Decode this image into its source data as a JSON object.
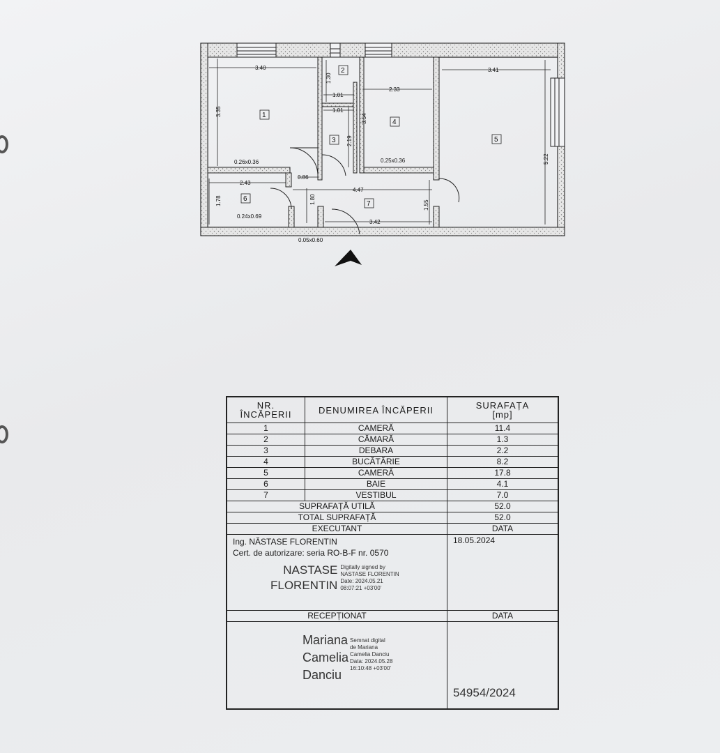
{
  "plan": {
    "rooms": [
      {
        "num": "1"
      },
      {
        "num": "2"
      },
      {
        "num": "3"
      },
      {
        "num": "4"
      },
      {
        "num": "5"
      },
      {
        "num": "6"
      },
      {
        "num": "7"
      }
    ],
    "dims": [
      "3.40",
      "3.35",
      "1.30",
      "1.01",
      "1.01",
      "2.19",
      "3.54",
      "2.33",
      "3.41",
      "5.22",
      "0.26x0.36",
      "0.86",
      "0.25x0.36",
      "2.43",
      "4.47",
      "1.78",
      "1.80",
      "1.55",
      "0.24x0.69",
      "3.42",
      "0.05x0.60"
    ]
  },
  "table": {
    "head": {
      "col1_line1": "NR.",
      "col1_line2": "ÎNCĂPERII",
      "col2": "DENUMIREA ÎNCĂPERII",
      "col3_line1": "SURAFAȚA",
      "col3_line2": "[mp]"
    },
    "rows": [
      {
        "nr": "1",
        "name": "CAMERĂ",
        "area": "11.4"
      },
      {
        "nr": "2",
        "name": "CĂMARĂ",
        "area": "1.3"
      },
      {
        "nr": "3",
        "name": "DEBARA",
        "area": "2.2"
      },
      {
        "nr": "4",
        "name": "BUCĂTĂRIE",
        "area": "8.2"
      },
      {
        "nr": "5",
        "name": "CAMERĂ",
        "area": "17.8"
      },
      {
        "nr": "6",
        "name": "BAIE",
        "area": "4.1"
      },
      {
        "nr": "7",
        "name": "VESTIBUL",
        "area": "7.0"
      }
    ],
    "util_label": "SUPRAFAȚĂ UTILĂ",
    "util_value": "52.0",
    "total_label": "TOTAL SUPRAFAȚĂ",
    "total_value": "52.0",
    "executant_label": "EXECUTANT",
    "date_label": "DATA",
    "executant_name": "Ing. NĂSTASE FLORENTIN",
    "executant_cert": "Cert. de autorizare: seria RO-B-F  nr. 0570",
    "executant_date": "18.05.2024",
    "sig1_name_1": "NASTASE",
    "sig1_name_2": "FLORENTIN",
    "sig1_note_1": "Digitally signed by",
    "sig1_note_2": "NASTASE FLORENTIN",
    "sig1_note_3": "Date: 2024.05.21",
    "sig1_note_4": "08:07:21 +03'00'",
    "receptionat_label": "RECEPȚIONAT",
    "date_label_2": "DATA",
    "sig2_name_1": "Mariana",
    "sig2_name_2": "Camelia",
    "sig2_name_3": "Danciu",
    "sig2_note_1": "Semnat digital",
    "sig2_note_2": "de Mariana",
    "sig2_note_3": "Camelia Danciu",
    "sig2_note_4": "Data: 2024.05.28",
    "sig2_note_5": "16:10:48 +03'00'",
    "registration": "54954/2024"
  }
}
